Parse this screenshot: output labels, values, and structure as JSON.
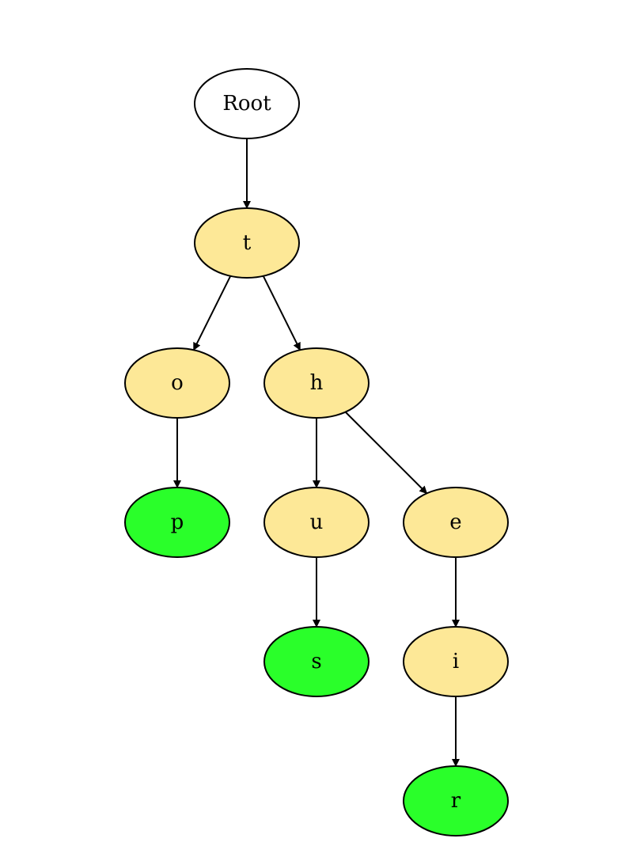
{
  "colors": {
    "background": "#ffffff",
    "root_fill": "#ffffff",
    "internal_fill": "#fde897",
    "terminal_fill": "#2aff2a",
    "stroke": "#000000"
  },
  "nodes": [
    {
      "id": "root",
      "label": "Root",
      "kind": "root"
    },
    {
      "id": "t",
      "label": "t",
      "kind": "internal"
    },
    {
      "id": "o",
      "label": "o",
      "kind": "internal"
    },
    {
      "id": "h",
      "label": "h",
      "kind": "internal"
    },
    {
      "id": "p",
      "label": "p",
      "kind": "terminal"
    },
    {
      "id": "u",
      "label": "u",
      "kind": "internal"
    },
    {
      "id": "e",
      "label": "e",
      "kind": "internal"
    },
    {
      "id": "s",
      "label": "s",
      "kind": "terminal"
    },
    {
      "id": "i",
      "label": "i",
      "kind": "internal"
    },
    {
      "id": "r",
      "label": "r",
      "kind": "terminal"
    }
  ],
  "edges": [
    {
      "from": "root",
      "to": "t"
    },
    {
      "from": "t",
      "to": "o"
    },
    {
      "from": "t",
      "to": "h"
    },
    {
      "from": "o",
      "to": "p"
    },
    {
      "from": "h",
      "to": "u"
    },
    {
      "from": "h",
      "to": "e"
    },
    {
      "from": "u",
      "to": "s"
    },
    {
      "from": "e",
      "to": "i"
    },
    {
      "from": "i",
      "to": "r"
    }
  ]
}
